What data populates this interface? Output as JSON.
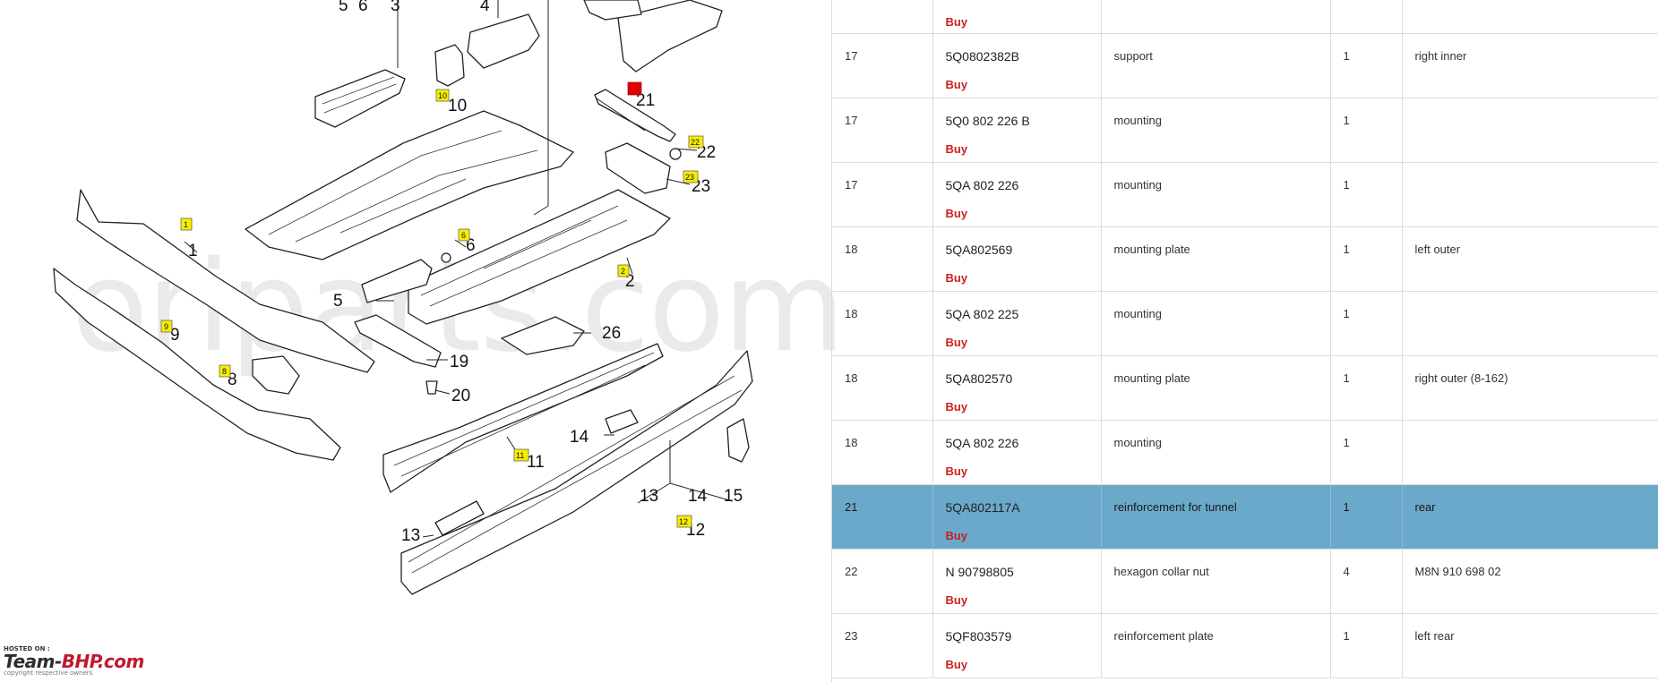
{
  "watermark": "oriparts.com",
  "hosted": {
    "line1": "HOSTED ON :",
    "brand_a": "Team-",
    "brand_b": "BHP.com",
    "line3": "copyright respective owners"
  },
  "diagram": {
    "labels": [
      "5",
      "6",
      "3",
      "4",
      "10",
      "21",
      "22",
      "23",
      "1",
      "6",
      "5",
      "2",
      "26",
      "9",
      "19",
      "8",
      "20",
      "14",
      "11",
      "13",
      "14",
      "15",
      "13",
      "12"
    ],
    "callouts": [
      "10",
      "22",
      "23",
      "1",
      "6",
      "2",
      "9",
      "8",
      "11",
      "12"
    ]
  },
  "parts_table": {
    "rows": [
      {
        "no": "",
        "part": "",
        "buy": "Buy",
        "desc": "",
        "qty": "",
        "note": ""
      },
      {
        "no": "17",
        "part": "5Q0802382B",
        "buy": "Buy",
        "desc": "support",
        "qty": "1",
        "note": "right inner"
      },
      {
        "no": "17",
        "part": "5Q0 802 226 B",
        "buy": "Buy",
        "desc": "mounting",
        "qty": "1",
        "note": ""
      },
      {
        "no": "17",
        "part": "5QA 802 226",
        "buy": "Buy",
        "desc": "mounting",
        "qty": "1",
        "note": ""
      },
      {
        "no": "18",
        "part": "5QA802569",
        "buy": "Buy",
        "desc": "mounting plate",
        "qty": "1",
        "note": "left outer"
      },
      {
        "no": "18",
        "part": "5QA 802 225",
        "buy": "Buy",
        "desc": "mounting",
        "qty": "1",
        "note": ""
      },
      {
        "no": "18",
        "part": "5QA802570",
        "buy": "Buy",
        "desc": "mounting plate",
        "qty": "1",
        "note": "right outer (8-162)"
      },
      {
        "no": "18",
        "part": "5QA 802 226",
        "buy": "Buy",
        "desc": "mounting",
        "qty": "1",
        "note": ""
      },
      {
        "no": "21",
        "part": "5QA802117A",
        "buy": "Buy",
        "desc": "reinforcement for tunnel",
        "qty": "1",
        "note": "rear",
        "selected": true
      },
      {
        "no": "22",
        "part": "N 90798805",
        "buy": "Buy",
        "desc": "hexagon collar nut",
        "qty": "4",
        "note": "M8N 910 698 02"
      },
      {
        "no": "23",
        "part": "5QF803579",
        "buy": "Buy",
        "desc": "reinforcement plate",
        "qty": "1",
        "note": "left rear"
      }
    ]
  },
  "colors": {
    "selected_row": "#6aa9c9",
    "buy": "#cc1f1f",
    "callout": "#f7ee00",
    "callout_active": "#e00000"
  }
}
